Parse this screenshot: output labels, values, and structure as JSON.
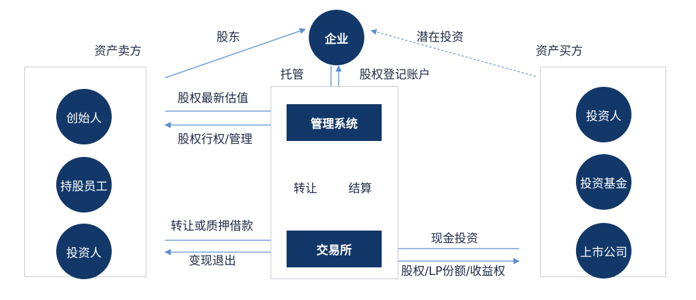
{
  "seller_panel": {
    "title": "资产卖方",
    "nodes": [
      "创始人",
      "持股员工",
      "投资人"
    ]
  },
  "buyer_panel": {
    "title": "资产买方",
    "nodes": [
      "投资人",
      "投资基金",
      "上市公司"
    ]
  },
  "center": {
    "enterprise": "企业",
    "management_system": "管理系统",
    "exchange": "交易所"
  },
  "edges": {
    "shareholder": "股东",
    "potential_investment": "潜在投资",
    "custody": "托管",
    "equity_registry_account": "股权登记账户",
    "latest_valuation": "股权最新估值",
    "exercise_manage": "股权行权/管理",
    "transfer": "转让",
    "settlement": "结算",
    "transfer_or_pledge": "转让或质押借款",
    "cash_out": "变现退出",
    "cash_investment": "现金投资",
    "equity_lp_rights": "股权/LP份额/收益权"
  },
  "colors": {
    "node_fill": "#123869",
    "arrow": "#5b8fd1",
    "panel_border": "#c9ccd2"
  }
}
